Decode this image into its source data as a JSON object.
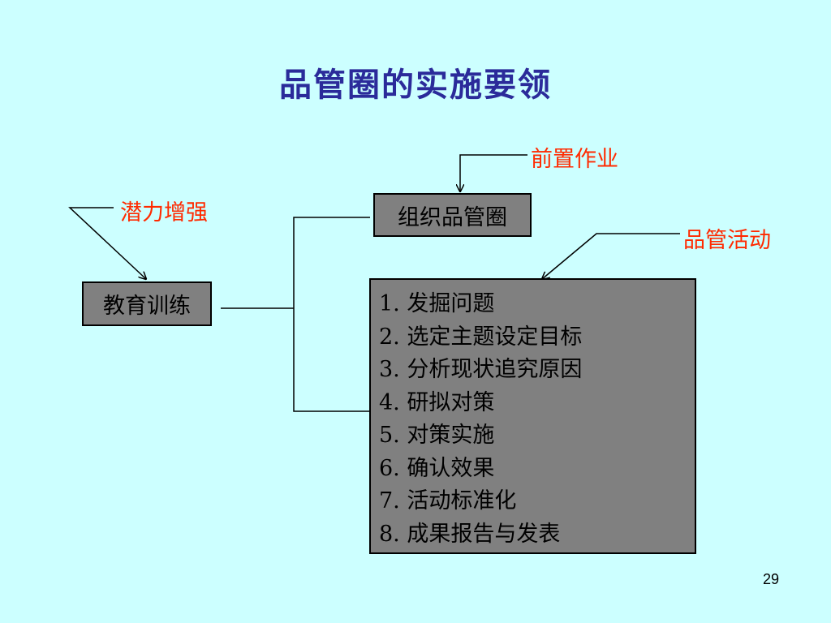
{
  "slide": {
    "title": "品管圈的实施要领",
    "page_number": "29"
  },
  "diagram": {
    "labels": {
      "pre_work": "前置作业",
      "strengthen": "潜力增强",
      "qcc_activity": "品管活动"
    },
    "boxes": {
      "organize": "组织品管圈",
      "training": "教育训练"
    },
    "steps": [
      "1. 发掘问题",
      "2. 选定主题设定目标",
      "3. 分析现状追究原因",
      "4. 研拟对策",
      "5. 对策实施",
      "6. 确认效果",
      "7. 活动标准化",
      "8. 成果报告与发表"
    ]
  }
}
